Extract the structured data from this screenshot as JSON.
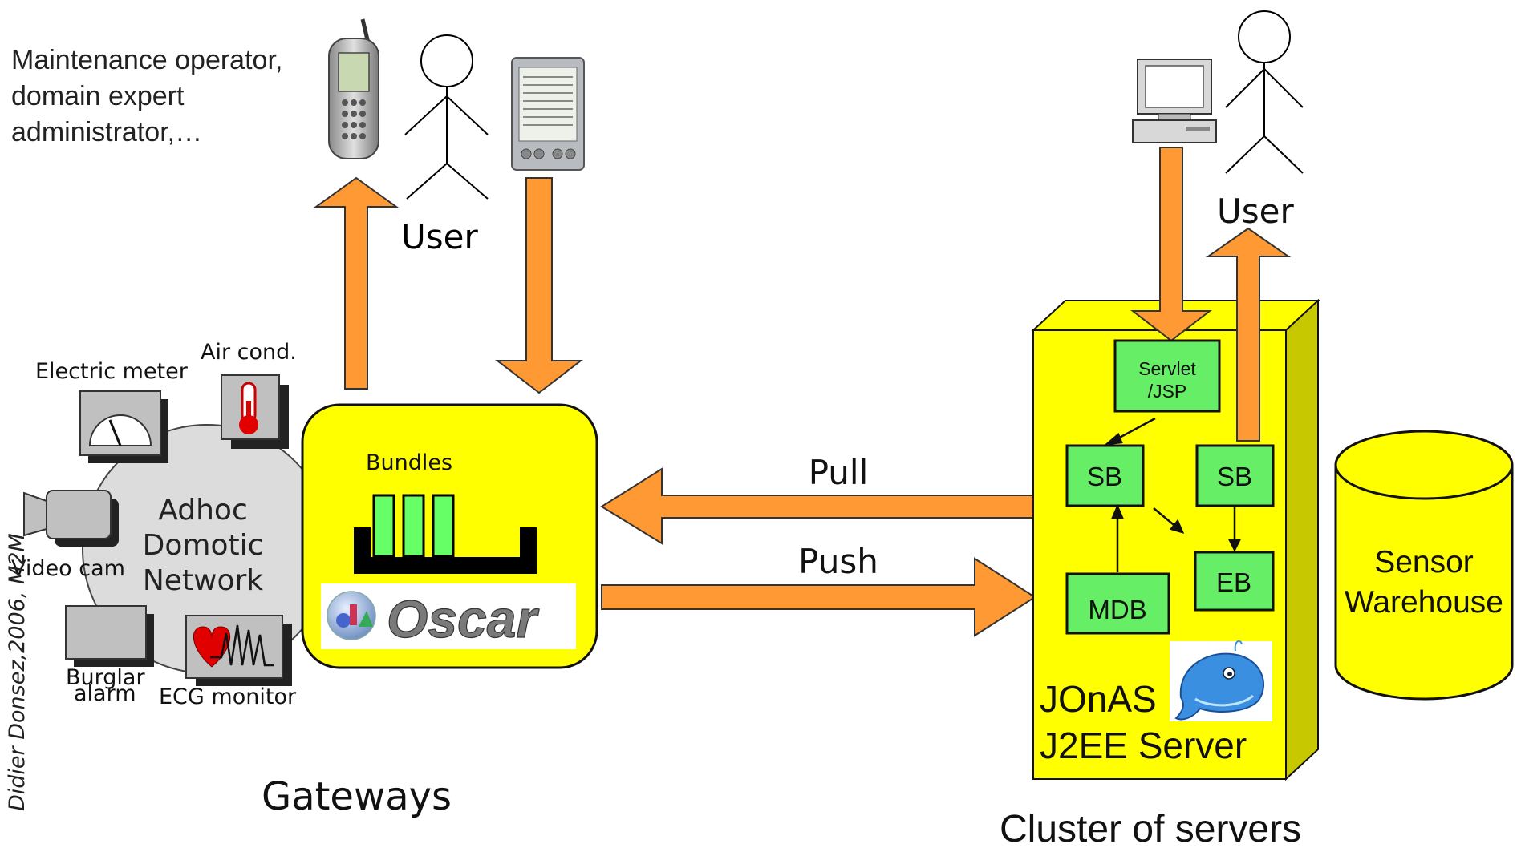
{
  "actors": {
    "top_left_text_lines": [
      "Maintenance operator,",
      "domain expert",
      "administrator,…"
    ],
    "left_user_label": "User",
    "right_user_label": "User"
  },
  "devices": {
    "electric_meter": "Electric meter",
    "air_cond": "Air cond.",
    "video_cam": "Video cam",
    "burglar_alarm_lines": [
      "Burglar",
      "alarm"
    ],
    "ecg_monitor": "ECG monitor"
  },
  "network": {
    "lines": [
      "Adhoc",
      "Domotic",
      "Network"
    ]
  },
  "gateway": {
    "bundles_label": "Bundles",
    "logo_text": "Oscar",
    "caption": "Gateways"
  },
  "flows": {
    "pull_label": "Pull",
    "push_label": "Push"
  },
  "server": {
    "servlet_lines": [
      "Servlet",
      "/JSP"
    ],
    "sb_left": "SB",
    "sb_right": "SB",
    "mdb": "MDB",
    "eb": "EB",
    "name_lines": [
      "JOnAS",
      "J2EE Server"
    ],
    "caption": "Cluster of servers"
  },
  "warehouse": {
    "lines": [
      "Sensor",
      "Warehouse"
    ]
  },
  "credit": "Didier Donsez,2006, M2M",
  "colors": {
    "arrow_orange": "#FF9933",
    "server_yellow": "#FFFF00",
    "component_green": "#66EE66",
    "bundle_green": "#66FF66",
    "device_gray": "#C0C0C0"
  }
}
